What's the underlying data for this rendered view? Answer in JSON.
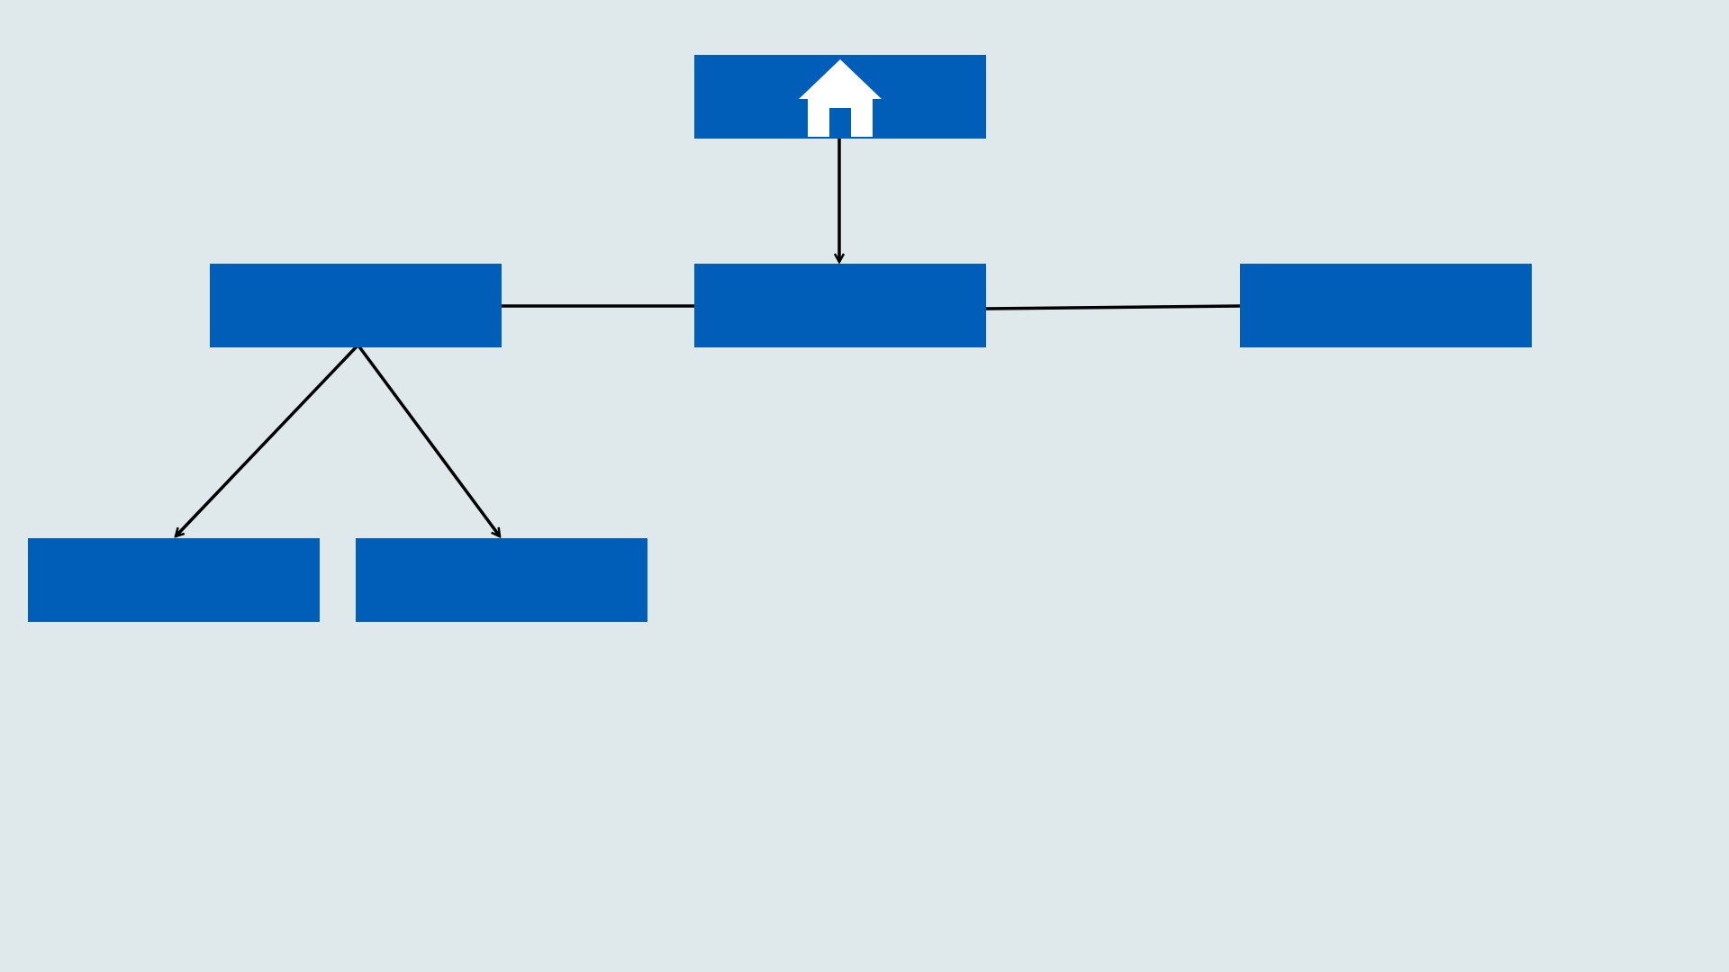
{
  "diagram": {
    "nodes": [
      {
        "id": "home",
        "label": "",
        "icon": "home-icon"
      },
      {
        "id": "center",
        "label": ""
      },
      {
        "id": "left",
        "label": ""
      },
      {
        "id": "right",
        "label": ""
      },
      {
        "id": "bottom-left",
        "label": ""
      },
      {
        "id": "bottom-right",
        "label": ""
      }
    ],
    "edges": [
      {
        "from": "home",
        "to": "center",
        "arrow": true
      },
      {
        "from": "left",
        "to": "center",
        "arrow": false
      },
      {
        "from": "center",
        "to": "right",
        "arrow": false
      },
      {
        "from": "left",
        "to": "bottom-left",
        "arrow": true
      },
      {
        "from": "left",
        "to": "bottom-right",
        "arrow": true
      }
    ]
  },
  "colors": {
    "background": "#dfe8ea",
    "node_fill": "#005eb8",
    "connector": "#000000",
    "icon": "#ffffff"
  }
}
